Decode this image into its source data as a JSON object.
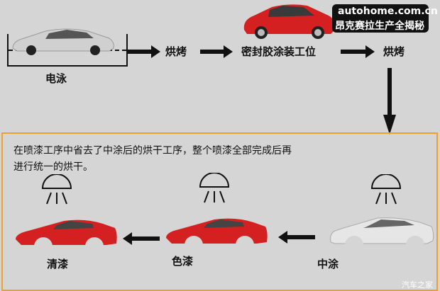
{
  "header": {
    "site": "autohome.com.cn",
    "title": "昂克赛拉生产全揭秘"
  },
  "top_flow": {
    "steps": [
      "电泳",
      "烘烤",
      "密封胶涂装工位",
      "烘烤"
    ]
  },
  "note": {
    "line1": "在喷漆工序中省去了中涂后的烘干工序，整个喷漆全部完成后再",
    "line2": "进行统一的烘干。"
  },
  "bottom_flow": {
    "steps": [
      "清漆",
      "色漆",
      "中涂"
    ]
  },
  "watermark": "汽车之家",
  "colors": {
    "background": "#d5d5d5",
    "frame": "#f0a030",
    "red_car": "#d42020",
    "white_car": "#e6e6e6"
  }
}
